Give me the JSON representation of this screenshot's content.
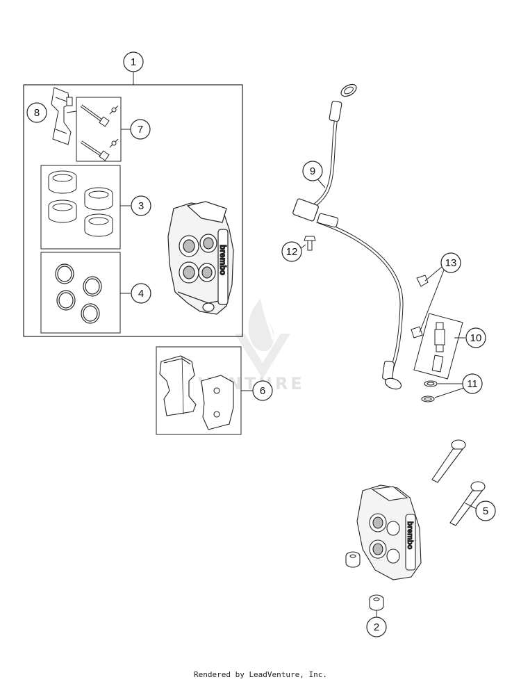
{
  "callouts": {
    "c1": "1",
    "c2": "2",
    "c3": "3",
    "c4": "4",
    "c5": "5",
    "c6": "6",
    "c7": "7",
    "c8": "8",
    "c9": "9",
    "c10": "10",
    "c11": "11",
    "c12": "12",
    "c13": "13"
  },
  "caliper_logo_text": "brembo",
  "watermark": {
    "text": "VENTURE"
  },
  "footer": {
    "credit": "Rendered by LeadVenture, Inc."
  }
}
